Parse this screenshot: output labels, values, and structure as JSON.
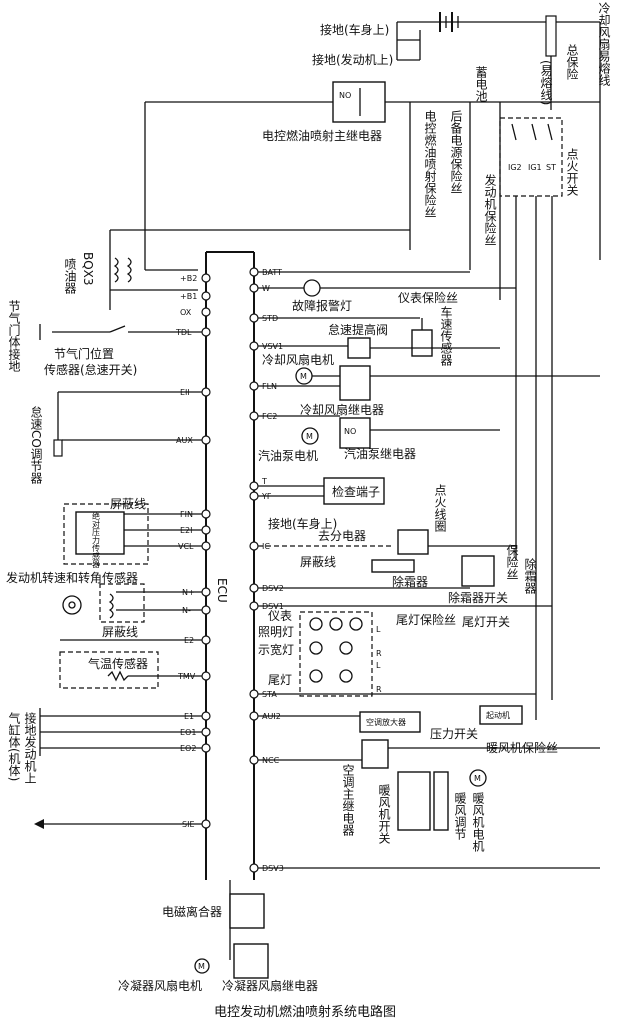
{
  "labels": {
    "ground_body_top": "接地(车身上)",
    "ground_engine": "接地(发动机上)",
    "battery": "蓄电池",
    "main_fuse": "总保险",
    "fusible_link": "(易熔线)",
    "fan_fusible_link": "冷却风扇易熔线",
    "efi_main_relay": "电控燃油喷射主继电器",
    "backup_fuse": "后备电源保险丝",
    "efi_fuse": "电控燃油喷射保险丝",
    "engine_fuse": "发动机保险丝",
    "ignition_switch": "点火开关",
    "injector": "喷油器",
    "bqx3": "BQX3",
    "throttle_ground": "节气门体接地",
    "tps": "节气门位置",
    "tps2": "传感器(怠速开关)",
    "idle_co": "怠速CO调节器",
    "shield1": "屏蔽线",
    "map_sensor": "绝对压力传感器",
    "rpm_sensor": "发动机转速和转角传感器",
    "shield2": "屏蔽线",
    "air_temp": "气温传感器",
    "ground_engine_block": "接地发动机上",
    "ground_block2": "气缸体(机体)",
    "ecu": "ECU",
    "warning_lamp": "故障报警灯",
    "meter_fuse": "仪表保险丝",
    "idle_valve": "怠速提高阀",
    "speed_sensor": "车速传感器",
    "fan_motor": "冷却风扇电机",
    "fan_relay": "冷却风扇继电器",
    "pump_motor": "汽油泵电机",
    "pump_relay": "汽油泵继电器",
    "check_conn": "检查端子",
    "ground_body2": "接地(车身上)",
    "distributor": "去分电器",
    "ign_coil": "点火线圈",
    "shield3": "屏蔽线",
    "defrost": "除霜器",
    "defrost_fuse": "除霜器",
    "defrost_fuse2": "保险丝",
    "defrost_sw": "除霜器开关",
    "tail_fuse": "尾灯保险丝",
    "tail_sw": "尾灯开关",
    "meter_lamp1": "仪表",
    "meter_lamp2": "照明灯",
    "side_lamp": "示宽灯",
    "tail_lamp": "尾灯",
    "starter": "起动机",
    "ac_amp": "空调放大器",
    "pressure_sw": "压力开关",
    "heater_fuse": "暖风机保险丝",
    "ac_relay": "空调主继电器",
    "heater_sw": "暖风机开关",
    "heater_adj": "暖风调节",
    "heater_motor": "暖风机电机",
    "clutch": "电磁离合器",
    "cond_motor": "冷凝器风扇电机",
    "cond_relay": "冷凝器风扇继电器",
    "title": "电控发动机燃油喷射系统电路图"
  },
  "pins": {
    "left": [
      "+B2",
      "+B1",
      "OX",
      "TDL",
      "EII",
      "AUX",
      "FIN",
      "E2I",
      "VCL",
      "N+",
      "N-",
      "E2",
      "TMV",
      "E1",
      "EO1",
      "EO2",
      "SIE"
    ],
    "right": [
      "BATT",
      "W",
      "STD",
      "VSV1",
      "FLN",
      "FC2",
      "T",
      "YF",
      "IC",
      "DSV2",
      "DSV1",
      "STA",
      "AUI2",
      "NCC",
      "DSV3"
    ]
  },
  "small": {
    "ig1": "IG1",
    "ig2": "IG2",
    "st": "ST",
    "no": "NO",
    "m": "M",
    "l": "L",
    "r": "R"
  }
}
